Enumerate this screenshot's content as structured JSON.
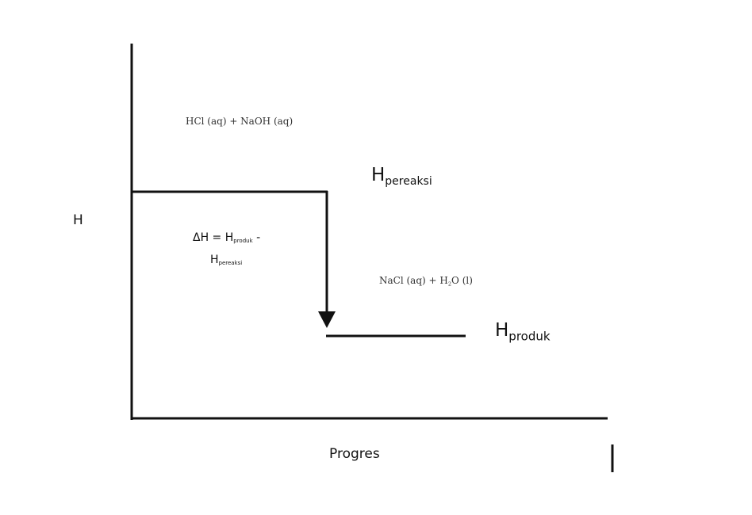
{
  "diagram": {
    "y_axis_label": "H",
    "x_axis_label": "Progres",
    "reactants": "HCl (aq) + NaOH (aq)",
    "products": {
      "prefix": "NaCl (aq) + H",
      "sub": "2",
      "suffix": "O (l)"
    },
    "h_reactant": {
      "main": "H",
      "sub": "pereaksi"
    },
    "h_product": {
      "main": "H",
      "sub": "produk"
    },
    "delta_h": {
      "prefix": "ΔH = H",
      "sub1": "produk",
      "minus": " -",
      "h2": "H",
      "sub2": "pereaksi"
    },
    "colors": {
      "line": "#111111",
      "background": "#ffffff"
    }
  }
}
